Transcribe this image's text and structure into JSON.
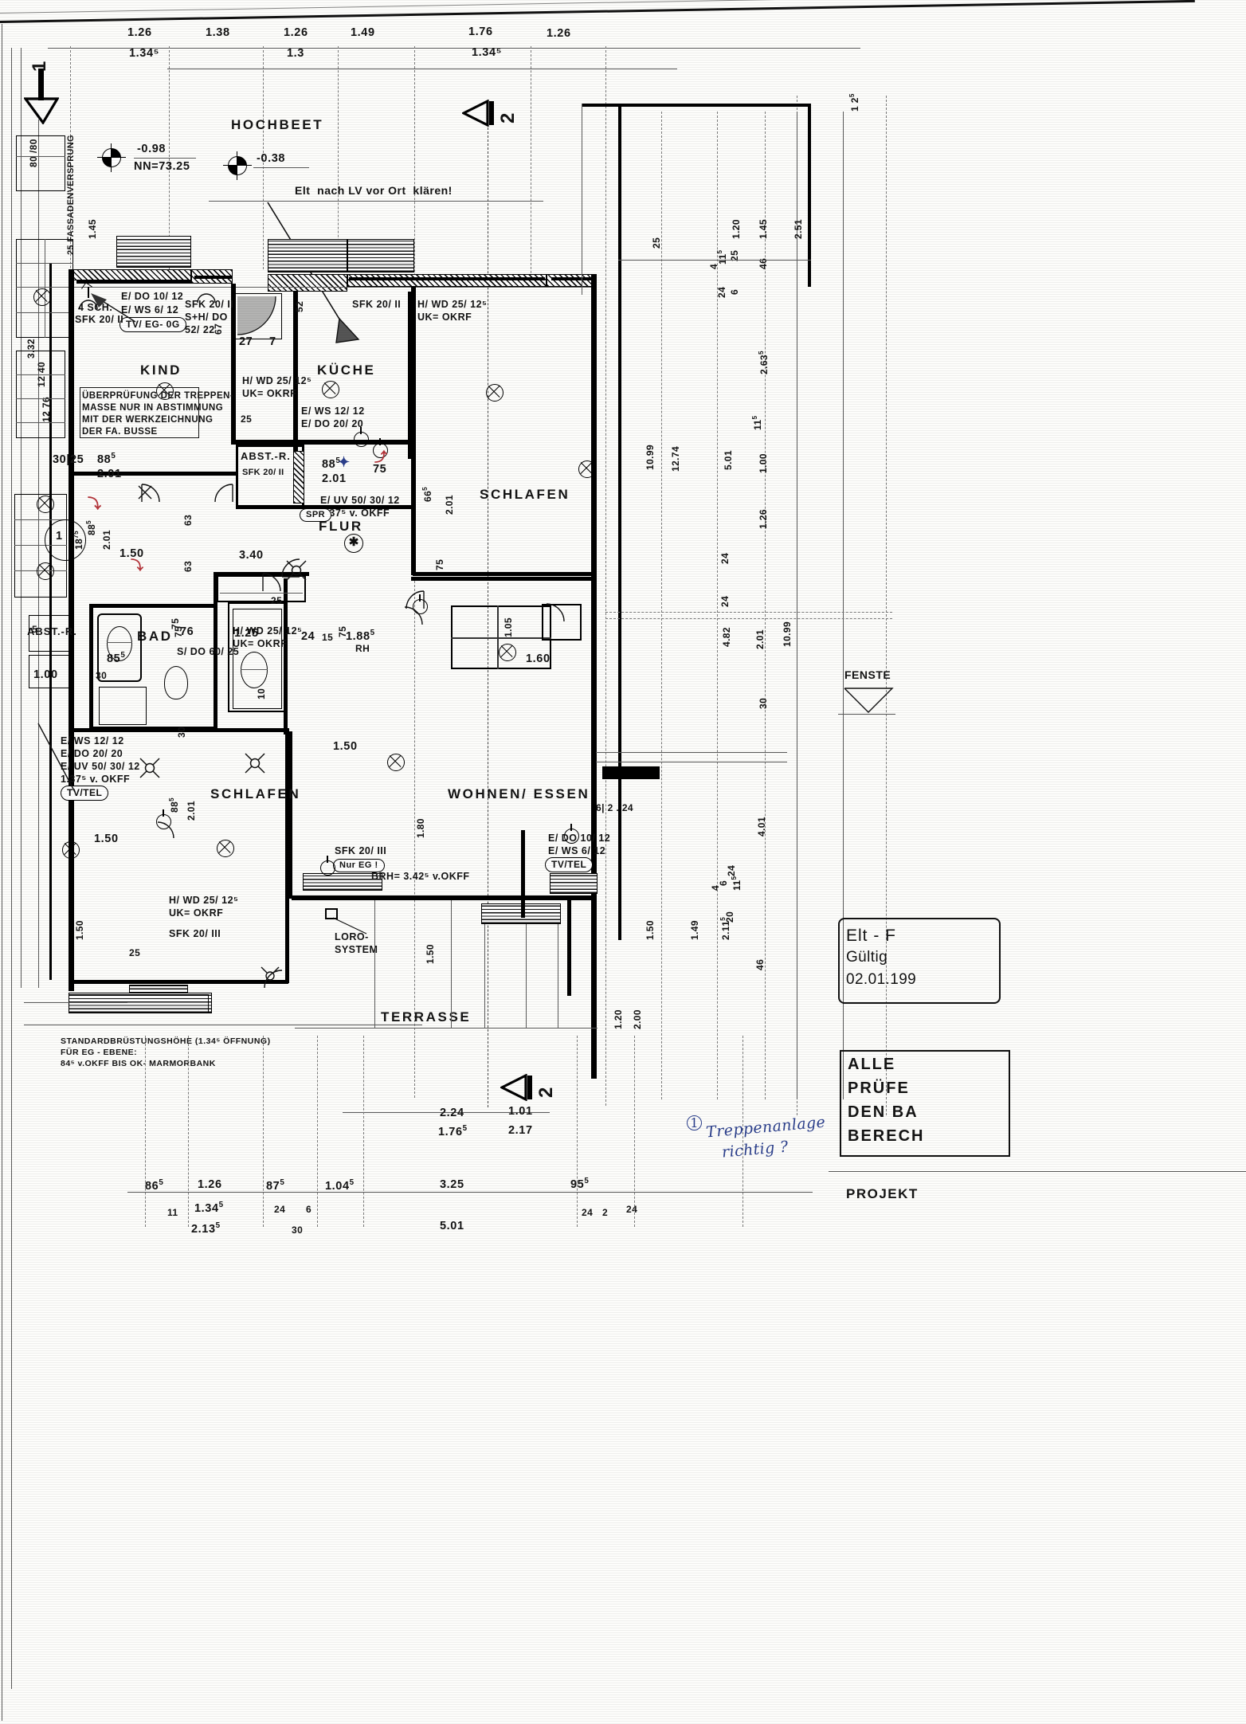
{
  "document": {
    "type": "architectural-floor-plan",
    "language": "de",
    "title_note": "Elt  nach LV vor Ort  klären!"
  },
  "rooms": [
    {
      "name": "HOCHBEET"
    },
    {
      "name": "KIND"
    },
    {
      "name": "KÜCHE"
    },
    {
      "name": "ABST.-R."
    },
    {
      "name": "ABST.-R."
    },
    {
      "name": "FLUR"
    },
    {
      "name": "BAD"
    },
    {
      "name": "SCHLAFEN"
    },
    {
      "name": "SCHLAFEN"
    },
    {
      "name": "WOHNEN/ ESSEN"
    },
    {
      "name": "TERRASSE"
    }
  ],
  "levels": [
    {
      "value": "-0.98",
      "ref": "NN=73.25"
    },
    {
      "value": "-0.38",
      "ref": ""
    }
  ],
  "notes": {
    "elt": "Elt  nach LV vor Ort  klären!",
    "treppen": [
      "ÜBERPRÜFUNG DER TREPPEN-",
      "MASSE NUR IN ABSTIMMUNG",
      "MIT DER WERKZEICHNUNG",
      "DER FA. BUSSE"
    ],
    "bruestung": [
      "STANDARDBRÜSTUNGSHÖHE (1.34⁵ ÖFFNUNG)",
      "FÜR EG - EBENE:",
      "84⁵ v.OKFF BIS OK- MARMORBANK"
    ],
    "fassade": "25 FASSADENVERSPRUNG",
    "brh": "BRH= 3.42⁵ v.OKFF",
    "loro": [
      "LORO-",
      "SYSTEM"
    ],
    "fenster": "FENSTE",
    "handwritten": [
      "Treppenanlage",
      "richtig ?"
    ],
    "handwritten_marker": "1"
  },
  "stamps": [
    {
      "lines": [
        "Elt - F",
        "Gültig",
        "02.01.199"
      ]
    },
    {
      "lines": [
        "ALLE ",
        "PRÜFE",
        "DEN BA",
        "BERECH"
      ]
    },
    {
      "lines": [
        "PROJEKT"
      ]
    }
  ],
  "electrical": [
    {
      "id": "kind-top",
      "lines": [
        "E/ DO 10/ 12",
        "E/ WS 6/ 12"
      ],
      "pill": "TV/ EG- 0G"
    },
    {
      "id": "kind-left",
      "lines": [
        "4 SCH.",
        "SFK 20/ II"
      ]
    },
    {
      "id": "kueche-nord",
      "lines": [
        "SFK 20/ II",
        "S+H/ DO",
        "52/ 22"
      ]
    },
    {
      "id": "kueche-ost",
      "lines": [
        "SFK 20/ II"
      ]
    },
    {
      "id": "schlafen-nord",
      "lines": [
        "H/ WD 25/ 12⁵",
        "UK= OKRF"
      ]
    },
    {
      "id": "kueche-ws",
      "lines": [
        "E/ WS 12/ 12",
        "E/ DO 20/ 20"
      ]
    },
    {
      "id": "abst-r",
      "lines": [
        "SFK 20/ II"
      ]
    },
    {
      "id": "kueche-tuer",
      "lines": [
        "H/ WD 25/ 12⁵",
        "UK= OKRF"
      ]
    },
    {
      "id": "flur-uv",
      "lines": [
        "E/ UV 50/ 30/ 12",
        "1.37⁵ v. OKFF"
      ],
      "pill": "SPR"
    },
    {
      "id": "bad-sh",
      "lines": [
        "S/ DO 60/ 25"
      ]
    },
    {
      "id": "bad-hwd",
      "lines": [
        "H/ WD 25/ 12⁵",
        "UK= OKRF"
      ]
    },
    {
      "id": "schlafen-sw-block",
      "lines": [
        "E/ WS 12/ 12",
        "E/ DO 20/ 20",
        "E/ UV 50/ 30/ 12",
        "1.37⁵ v. OKFF"
      ],
      "pill": "TV/TEL"
    },
    {
      "id": "schlafen-sw",
      "lines": [
        "H/ WD 25/ 12⁵",
        "UK= OKRF",
        "SFK 20/ III"
      ]
    },
    {
      "id": "wohnen-sfk",
      "lines": [
        "SFK 20/ III"
      ],
      "pill": "Nur EG !"
    },
    {
      "id": "wohnen-ost",
      "lines": [
        "E/ DO 10/ 12",
        "E/ WS 6/ 12"
      ],
      "pill": "TV/TEL"
    },
    {
      "id": "wohnen-brh",
      "lines": [
        "BRH= 3.42⁵ v.OKFF"
      ]
    }
  ],
  "dimensions": {
    "top_row_1": [
      "1.26",
      "1.38",
      "1.26",
      "1.49",
      "1.76",
      "1.26"
    ],
    "top_row_2": [
      "1.34⁵",
      "1.3",
      "1.34⁵"
    ],
    "bottom_row_1": [
      "2.24",
      "1.01"
    ],
    "bottom_row_2": [
      "1.76⁵",
      "2.17"
    ],
    "bottom_row_3": [
      "86⁵",
      "1.26",
      "87⁵",
      "1.04⁵",
      "3.25",
      "95⁵"
    ],
    "bottom_row_4": [
      "11",
      "1.34⁵",
      "24",
      "6",
      "24",
      "2",
      "24"
    ],
    "bottom_row_5": [
      "2.13⁵",
      "30",
      "5.01"
    ],
    "right_col": [
      "1.20",
      "1.45",
      "2.51",
      "25",
      "2.63⁵",
      "5.01",
      "1.00",
      "1.26",
      "10.99",
      "12.74",
      "4.82",
      "10.99",
      "30",
      "4.01",
      "1.50",
      "1.49",
      "2.11⁵",
      "46",
      "1.20",
      "2.00",
      "24",
      "11⁵",
      "46",
      "24",
      "6"
    ],
    "left_col": [
      "1.45",
      "30",
      "25",
      "88⁵",
      "2.01",
      "18⁷⁵",
      "88⁵",
      "2.01",
      "1.50",
      "1.50",
      "1.50",
      "88⁵",
      "2.01",
      "75",
      "30",
      "1.00",
      "25"
    ],
    "interior": [
      "52",
      "27",
      "7",
      "63",
      "63",
      "3.40",
      "25",
      "1.25",
      "24",
      "15",
      "1.88⁵",
      "RH",
      "75",
      "1.05",
      "1.60",
      "75",
      "76",
      "85⁵",
      "1.80",
      "1.50",
      "66⁵",
      "2.01",
      "2.01",
      "1.37⁵ v. OKFF",
      "88⁵",
      "2.01",
      "75",
      "10",
      "30",
      "25",
      "25",
      "6",
      "2",
      "24"
    ]
  },
  "section_marks": [
    {
      "label": "1"
    },
    {
      "label": "2"
    },
    {
      "label": "2"
    }
  ],
  "colors": {
    "ink": "#101010",
    "paper": "#fdfdfb",
    "blue_pen": "#2b3f8c",
    "red_pen": "#b5343a"
  }
}
